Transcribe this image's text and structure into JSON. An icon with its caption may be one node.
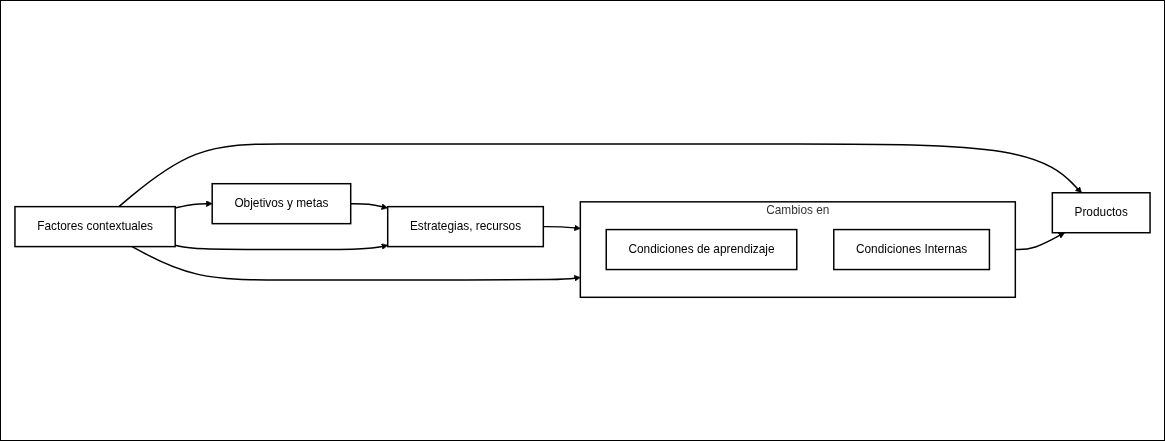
{
  "diagram": {
    "nodes": [
      {
        "text": [
          "Objetivos y metas"
        ]
      },
      {
        "text": [
          "Estrategias, recursos"
        ]
      },
      {
        "text": [
          "Cambios en"
        ]
      },
      {
        "text": [
          "Condiciones de aprendizaje"
        ],
        "in": 2
      },
      {
        "text": [
          "Condiciones Internas"
        ],
        "in": 2
      },
      {
        "text": [
          "Productos"
        ]
      },
      {
        "text": [
          "Factores contextuales"
        ]
      }
    ],
    "edges": [
      {
        "from": 0,
        "to": 1,
        "arrow": "to"
      },
      {
        "from": 1,
        "to": 2,
        "arrow": "to"
      },
      {
        "from": 2,
        "to": 5,
        "arrow": "to"
      },
      {
        "from": 6,
        "to": 0,
        "arrow": "to"
      },
      {
        "from": 6,
        "to": 1,
        "arrow": "to"
      },
      {
        "from": 6,
        "to": 2,
        "arrow": "to"
      },
      {
        "from": 6,
        "to": 5,
        "arrow": "to"
      }
    ]
  }
}
